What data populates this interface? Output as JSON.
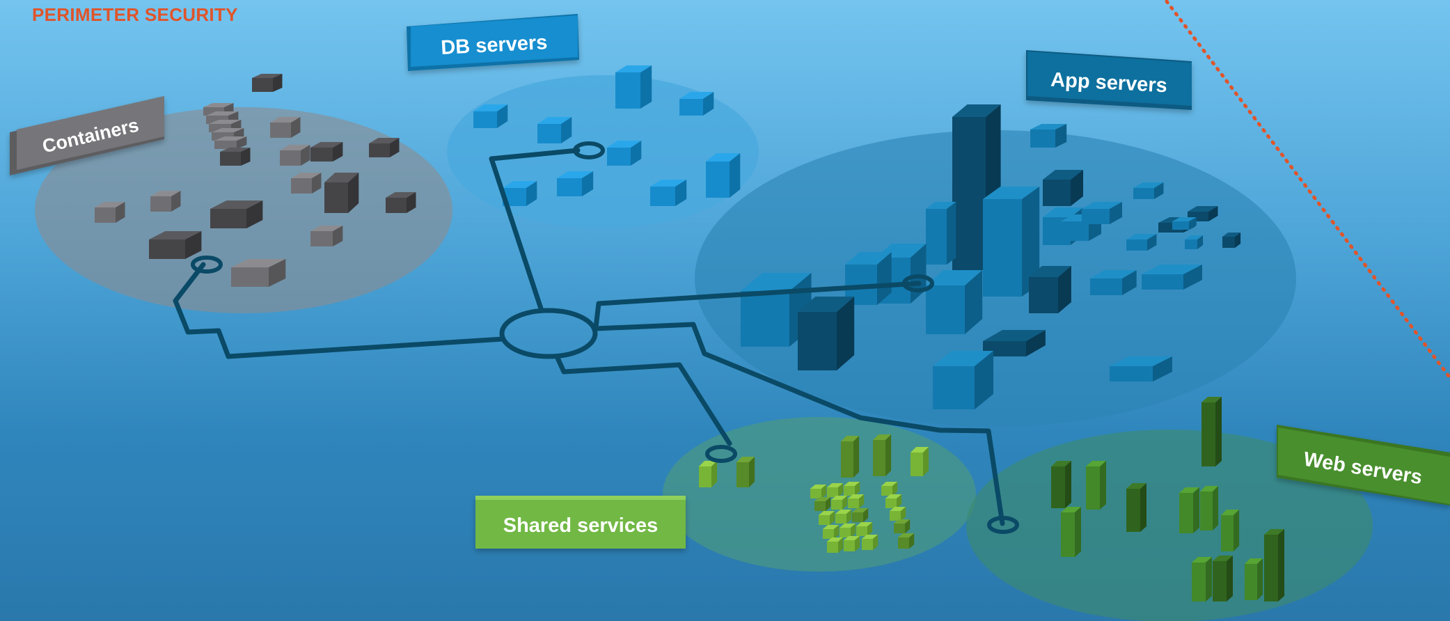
{
  "page": {
    "title": "PERIMETER SECURITY"
  },
  "labels": {
    "containers": "Containers",
    "db": "DB servers",
    "app": "App servers",
    "shared": "Shared services",
    "web": "Web servers"
  },
  "colors": {
    "title": "#e0542a",
    "boundary": "#e0542a",
    "network": "#0a4a66",
    "containers_label": "#76767a",
    "db_label": "#148ed0",
    "app_label": "#0b6f9e",
    "shared_label": "#71b844",
    "web_label": "#4a8f2d"
  }
}
